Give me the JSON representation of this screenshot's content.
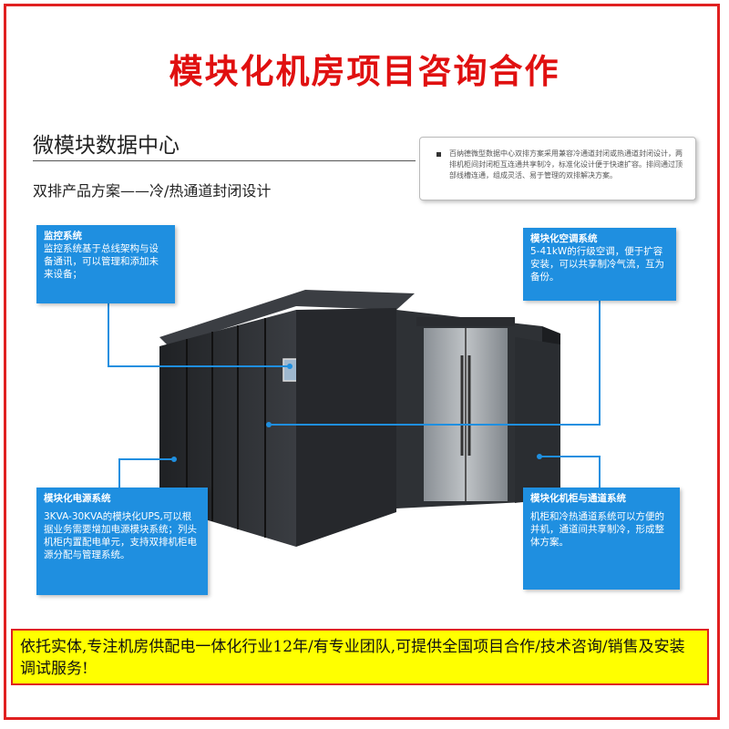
{
  "headline": "模块化机房项目咨询合作",
  "subhead": "微模块数据中心",
  "subtitle": "双排产品方案——冷/热通道封闭设计",
  "note": "百纳德微型数据中心双排方案采用兼容冷通道封闭或热通道封闭设计，两排机柜间封闭柜互连通共享制冷，标准化设计便于快速扩容。排间通过顶部线槽连通，组成灵活、易于管理的双排解决方案。",
  "callouts": {
    "monitoring": {
      "title": "监控系统",
      "body": "监控系统基于总线架构与设备通讯，可以管理和添加未来设备；"
    },
    "cooling": {
      "title": "模块化空调系统",
      "body": "5-41kW的行级空调，便于扩容安装，可以共享制冷气流，互为备份。"
    },
    "power": {
      "title": "模块化电源系统",
      "body": "3KVA-30KVA的模块化UPS,可以根据业务需要增加电源模块系统；列头机柜内置配电单元，支持双排机柜电源分配与管理系统。"
    },
    "cabinet": {
      "title": "模块化机柜与通道系统",
      "body": "机柜和冷热通道系统可以方便的并机，通道间共享制冷，形成整体方案。"
    }
  },
  "banner": "依托实体,专注机房供配电一体化行业12年/有专业团队,可提供全国项目合作/技术咨询/销售及安装调试服务!",
  "colors": {
    "accent_red": "#e01010",
    "callout_blue": "#1f8fe0",
    "banner_yellow": "#ffff00",
    "cabinet_dark": "#2b2d31"
  },
  "illustration": "micro-module-datacenter-cabinets"
}
